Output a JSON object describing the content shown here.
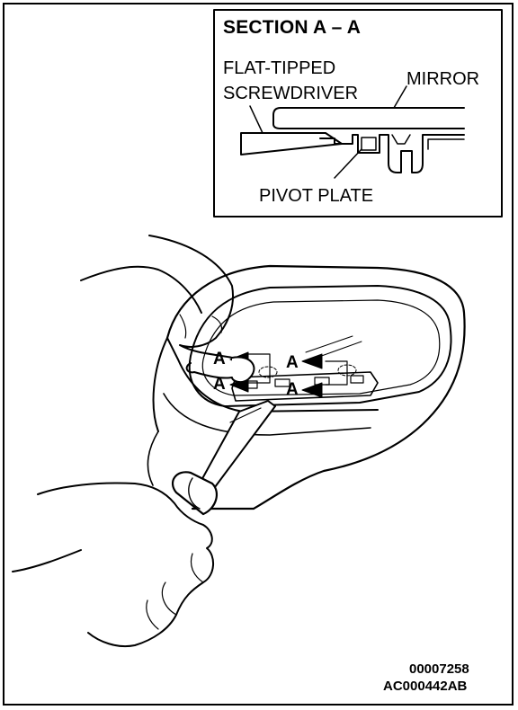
{
  "section_view": {
    "title": "SECTION A – A",
    "label_flat_tipped": "FLAT-TIPPED",
    "label_screwdriver": "SCREWDRIVER",
    "label_mirror": "MIRROR",
    "label_pivot_plate": "PIVOT PLATE"
  },
  "main_view": {
    "section_marker": "A"
  },
  "codes": {
    "figure_number": "00007258",
    "reference_code": "AC000442AB"
  }
}
